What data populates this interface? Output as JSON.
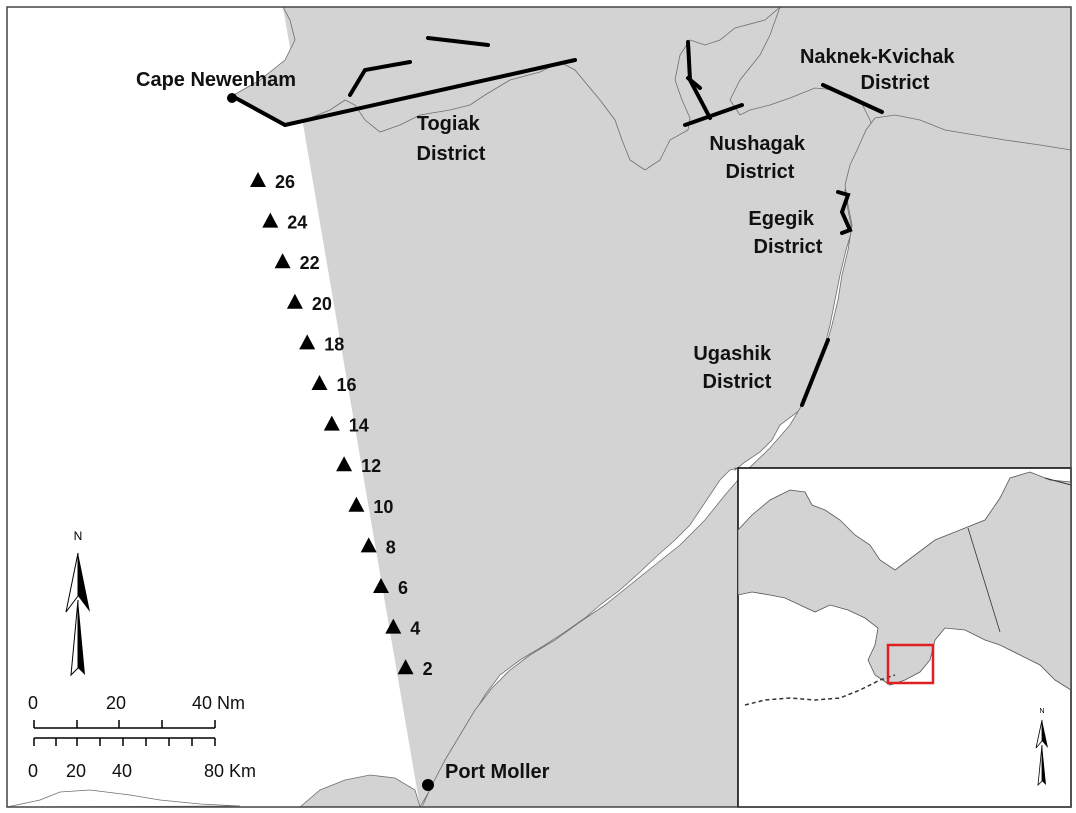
{
  "colors": {
    "land": "#d3d3d3",
    "water": "#ffffff",
    "boundary": "#000000",
    "inset_frame": "#e02020",
    "coast": "#6f6f6f"
  },
  "places": {
    "cape_newenham": "Cape Newenham",
    "port_moller": "Port Moller"
  },
  "districts": {
    "togiak": [
      "Togiak",
      "District"
    ],
    "nushagak": [
      "Nushagak",
      "District"
    ],
    "naknek_kvichak": [
      "Naknek-Kvichak",
      "District"
    ],
    "egegik": [
      "Egegik",
      "District"
    ],
    "ugashik": [
      "Ugashik",
      "District"
    ]
  },
  "stations": [
    "26",
    "24",
    "22",
    "20",
    "18",
    "16",
    "14",
    "12",
    "10",
    "8",
    "6",
    "4",
    "2"
  ],
  "north_arrow": {
    "label": "N",
    "icon": "north-arrow-icon"
  },
  "inset_north_arrow": {
    "label": "N",
    "icon": "north-arrow-icon"
  },
  "scale_bar": {
    "nm_labels": [
      "0",
      "20",
      "40 Nm"
    ],
    "km_labels": [
      "0",
      "20",
      "40",
      "80 Km"
    ]
  }
}
